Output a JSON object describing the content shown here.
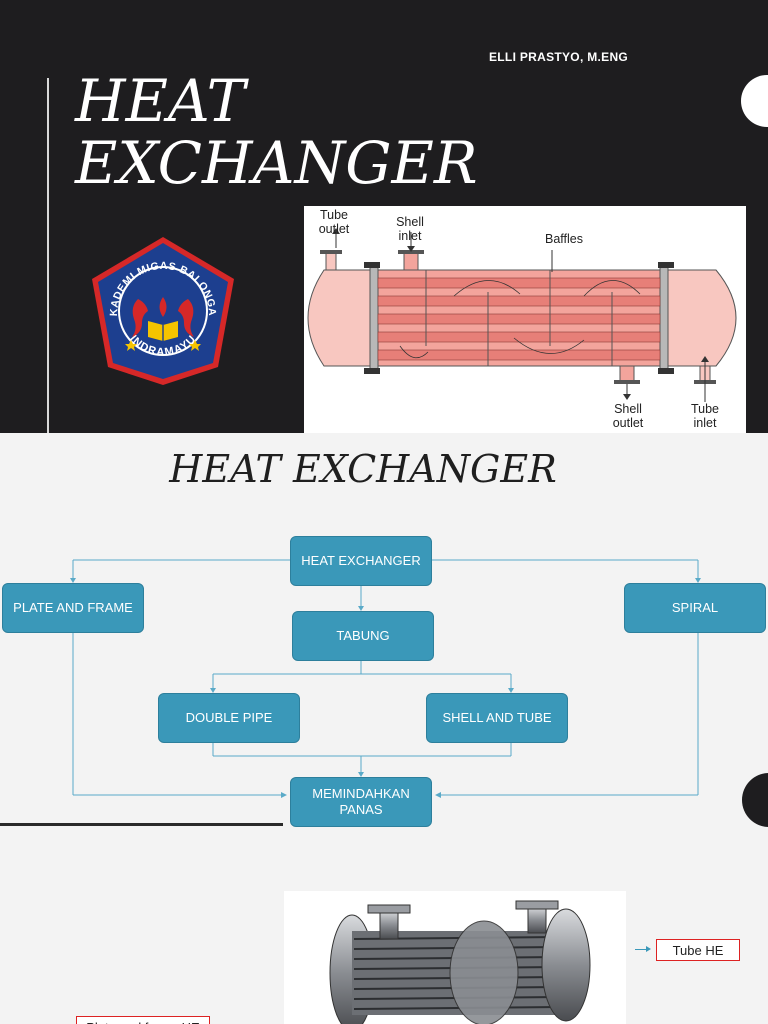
{
  "slide1": {
    "author": "ELLI PRASTYO, M.ENG",
    "title_line1": "HEAT",
    "title_line2": "EXCHANGER",
    "logo": {
      "arc_text": "AKADEMI MIGAS BALONGAN",
      "bottom_text": "INDRAMAYU",
      "colors": {
        "shield": "#1d3f8f",
        "border": "#d62828",
        "ring": "#ffffff"
      }
    },
    "diagram": {
      "labels": {
        "tube_outlet": [
          "Tube",
          "outlet"
        ],
        "shell_inlet": [
          "Shell",
          "inlet"
        ],
        "baffles": "Baffles",
        "shell_outlet": [
          "Shell",
          "outlet"
        ],
        "tube_inlet": [
          "Tube",
          "inlet"
        ]
      },
      "colors": {
        "shell": "#f3a49c",
        "tube": "#e77f78",
        "plate": "#b8b8b8"
      }
    }
  },
  "slide2": {
    "title": "HEAT EXCHANGER",
    "nodes": {
      "root": "HEAT EXCHANGER",
      "plate": "PLATE AND FRAME",
      "spiral": "SPIRAL",
      "tabung": "TABUNG",
      "double_pipe": "DOUBLE PIPE",
      "shell_tube": "SHELL AND TUBE",
      "memindahkan_line1": "MEMINDAHKAN",
      "memindahkan_line2": "PANAS"
    },
    "colors": {
      "node": "#3a98b9",
      "connector": "#5aaac8"
    }
  },
  "slide3": {
    "tube_label": "Tube HE",
    "plate_label": "Plate and frame HE"
  }
}
